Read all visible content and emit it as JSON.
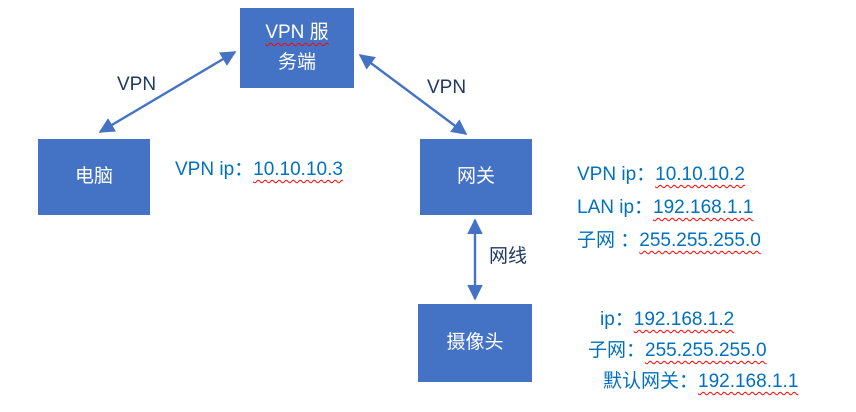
{
  "diagram": {
    "nodes": {
      "vpn_server": {
        "line1": "VPN 服",
        "line2": "务端"
      },
      "computer": {
        "label": "电脑"
      },
      "gateway": {
        "label": "网关"
      },
      "camera": {
        "label": "摄像头"
      }
    },
    "edges": {
      "computer_vpn_label": "VPN",
      "gateway_vpn_label": "VPN",
      "camera_cable_label": "网线"
    },
    "annotations": {
      "computer": {
        "prefix": "VPN ip：",
        "value": "10.10.10.3"
      },
      "gateway": [
        {
          "prefix": "VPN ip：",
          "value": "10.10.10.2"
        },
        {
          "prefix": "LAN ip：",
          "value": "192.168.1.1"
        },
        {
          "prefix": "子网 ：",
          "value": "255.255.255.0"
        }
      ],
      "camera": [
        {
          "prefix": "ip：",
          "value": "192.168.1.2"
        },
        {
          "prefix": "子网：",
          "value": "255.255.255.0"
        },
        {
          "prefix": "默认网关：",
          "value": "192.168.1.1"
        }
      ]
    },
    "colors": {
      "node_fill": "#4472C4",
      "node_text": "#FFFFFF",
      "arrow": "#4472C4",
      "annotation_text": "#0070C0",
      "edge_label_text": "#1F3864",
      "spellcheck": "#FF0000",
      "background": "#FFFFFF"
    }
  }
}
